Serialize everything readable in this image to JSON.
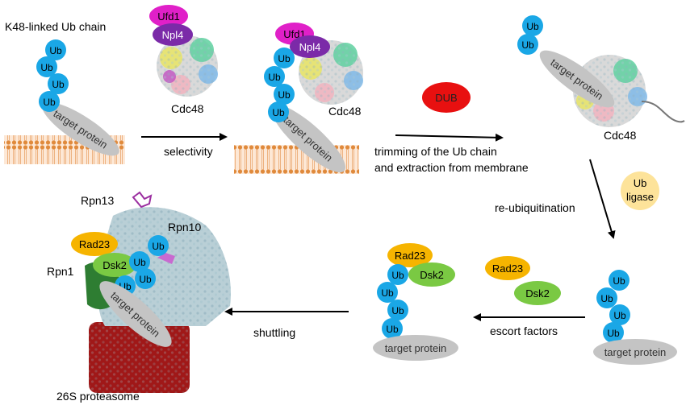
{
  "labels": {
    "k48_chain": "K48-linked Ub chain",
    "selectivity": "selectivity",
    "trimming_line1": "trimming of the Ub chain",
    "trimming_line2": "and extraction from membrane",
    "re_ubiquitination": "re-ubiquitination",
    "escort_factors": "escort factors",
    "shuttling": "shuttling",
    "proteasome": "26S proteasome",
    "cdc48": "Cdc48",
    "rpn13": "Rpn13",
    "rpn10": "Rpn10",
    "rpn1": "Rpn1"
  },
  "proteins": {
    "ub": "Ub",
    "ufd1": "Ufd1",
    "npl4": "Npl4",
    "dub": "DUB",
    "rad23": "Rad23",
    "dsk2": "Dsk2",
    "ub_ligase_line1": "Ub",
    "ub_ligase_line2": "ligase",
    "target_protein": "target protein"
  },
  "colors": {
    "ub": "#1aa7e6",
    "ufd1": "#e020c8",
    "npl4": "#7b2aa8",
    "dub": "#e81010",
    "rad23": "#f6b400",
    "dsk2": "#7ac943",
    "ligase": "#fde39a",
    "target": "#c4c4c4",
    "membrane": "#e08a3c",
    "proteasome_red": "#a01818",
    "proteasome_grey": "#b9cfd6",
    "proteasome_green": "#2e7d32"
  }
}
